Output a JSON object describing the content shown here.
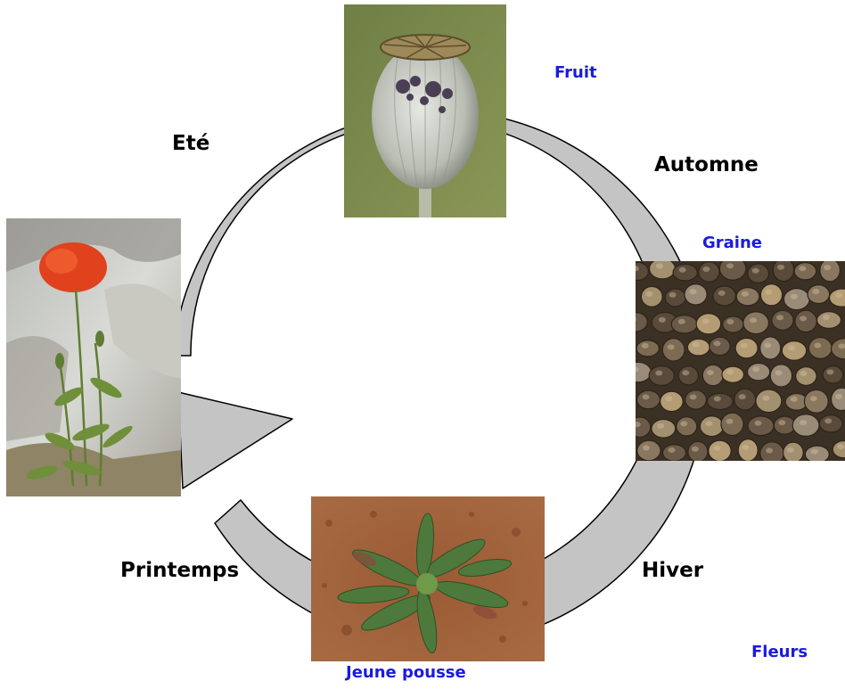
{
  "seasons": {
    "summer": "Eté",
    "autumn": "Automne",
    "winter": "Hiver",
    "spring": "Printemps"
  },
  "stages": {
    "fruit": "Fruit",
    "seed": "Graine",
    "seedling": "Jeune pousse",
    "flowers": "Fleurs"
  },
  "colors": {
    "arrow_fill": "#c4c4c4",
    "arrow_stroke": "#000000",
    "season_text": "#000000",
    "stage_text": "#1a1ae0"
  }
}
